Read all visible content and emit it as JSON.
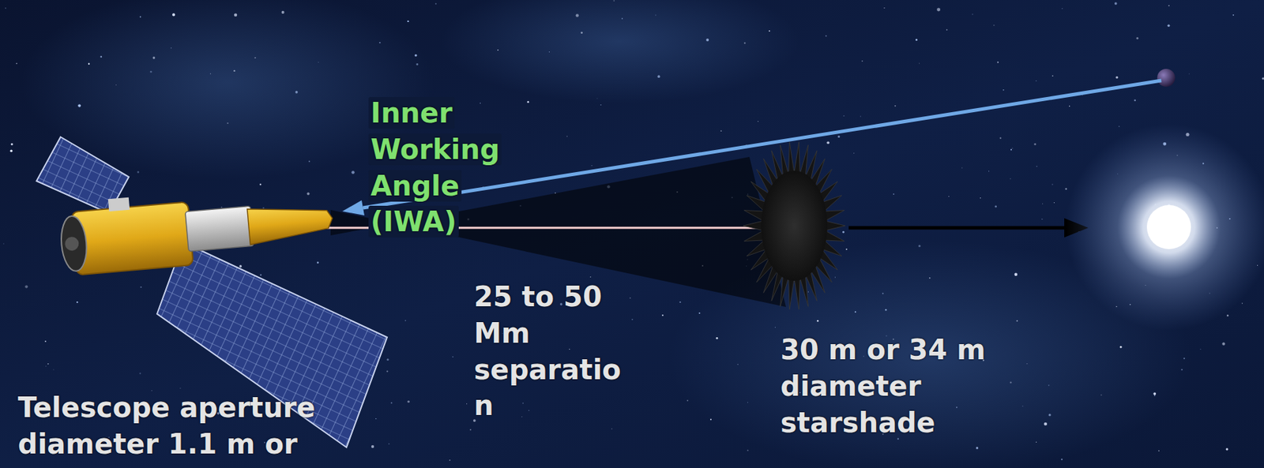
{
  "diagram": {
    "labels": [
      "Inner Working Angle (IWA)",
      "25 to 50 Mm separation",
      "30 m or 34 m diameter starshade",
      "Telescope aperture diameter 1.1 m or"
    ]
  }
}
